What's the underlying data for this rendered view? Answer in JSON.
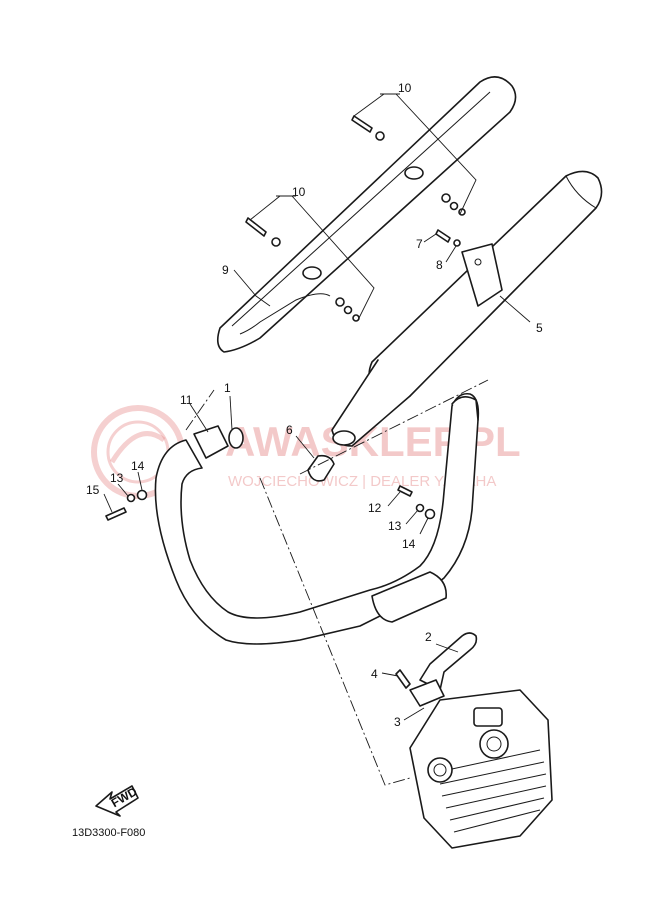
{
  "watermark": {
    "brand": "AWASKLEP.PL",
    "tagline": "WOJCIECHOWICZ | DEALER YAMAHA",
    "color": "#e58a8a"
  },
  "callouts": [
    {
      "id": "c1",
      "label": "1"
    },
    {
      "id": "c2",
      "label": "2"
    },
    {
      "id": "c3",
      "label": "3"
    },
    {
      "id": "c4",
      "label": "4"
    },
    {
      "id": "c5",
      "label": "5"
    },
    {
      "id": "c6",
      "label": "6"
    },
    {
      "id": "c7",
      "label": "7"
    },
    {
      "id": "c8",
      "label": "8"
    },
    {
      "id": "c9",
      "label": "9"
    },
    {
      "id": "c10a",
      "label": "10"
    },
    {
      "id": "c10b",
      "label": "10"
    },
    {
      "id": "c11",
      "label": "11"
    },
    {
      "id": "c12",
      "label": "12"
    },
    {
      "id": "c13a",
      "label": "13"
    },
    {
      "id": "c13b",
      "label": "13"
    },
    {
      "id": "c14a",
      "label": "14"
    },
    {
      "id": "c14b",
      "label": "14"
    },
    {
      "id": "c15",
      "label": "15"
    }
  ],
  "fwd_label": "FWD",
  "diagram_code": "13D3300-F080"
}
